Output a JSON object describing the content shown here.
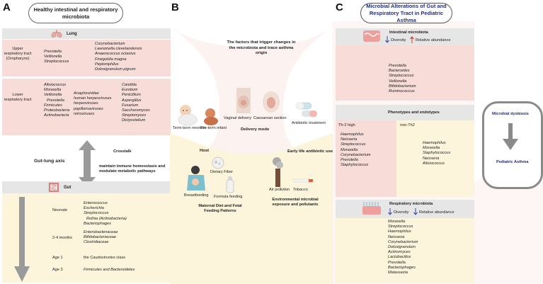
{
  "panelA": {
    "letter": "A",
    "title": "Healthy intestinal and respiratory microbiota",
    "lung": {
      "heading": "Lung",
      "upper_label": "Upper respiratory tract (Oropharynx)",
      "upper_col1": [
        "Prevotella",
        "Veillonella",
        "Streptococcus"
      ],
      "upper_col2": [
        "Corynebacterium",
        "Lawsonella cleveIandensis",
        "Anaerococcus octavius",
        "Finegoldia magna",
        "Peptoniphilus",
        "Dolosigranulum pigrum"
      ],
      "lower_label": "Lower respiratory tract",
      "lower_col1": [
        "Alloiococcus",
        "Moraxella",
        "Veillonella",
        "Prevotella",
        "Firmicutes",
        "Proteobacteria",
        "Actinobacteria"
      ],
      "lower_col2": [
        "Anaphoviridae",
        "human herpesviruses",
        "herpesviruses",
        "papillomaviruses",
        "retroviruses"
      ],
      "lower_col3": [
        "Candida",
        "Eurotium",
        "Penicillium",
        "Aspergillus",
        "Fusarium",
        "Saccharomyces",
        "Streptomyces",
        "Dictyostelium"
      ]
    },
    "crosstalk": {
      "label": "Crosstalk",
      "axis": "Gut-lung axis",
      "desc": "maintain immune homeostasis and modulate metabolic pathways"
    },
    "gut": {
      "heading": "Gut",
      "rows": [
        {
          "age": "Neonate",
          "taxa": [
            "Enterococcus",
            "Escherichia",
            "Streptococcus",
            "Rothia (Actinobacteria)",
            "Bacteriophages"
          ]
        },
        {
          "age": "2-4 months",
          "taxa": [
            "Enterobacteriaceae",
            "Bifidobacteriaceae",
            "Clostridiaceae"
          ]
        },
        {
          "age": "Age 1",
          "taxa": [
            "the Caudovirceles class"
          ]
        },
        {
          "age": "Age 3",
          "taxa": [
            "Firmicutes and Bacteroidetes"
          ]
        }
      ]
    }
  },
  "panelB": {
    "letter": "B",
    "title": "The factors that trigger changes in the microbiota and trace asthma origin",
    "term_born": "Term-born neonate",
    "pre_term": "Pre-term infant",
    "vaginal": "Vaginal delivery",
    "caesarean": "Caesarean section",
    "delivery_mode": "Delivery mode",
    "antibiotic_treatment": "Antibiotic treatment",
    "host": "Host",
    "dietary_fiber": "Dietary Fiber",
    "breastfeeding": "Breastfeeding",
    "formula": "Formula feeding",
    "maternal": "Maternal Diet and Fetal Feeding Patterns",
    "early_antibiotic": "Early life antibiotic use",
    "air_pollution": "Air pollution",
    "tobacco": "Tobacco",
    "environmental": "Environmental microbial exposure and pollutants"
  },
  "panelC": {
    "letter": "C",
    "title": "Microbial Alterations of Gut and Respiratory Tract in Pediatric Asthma",
    "intestinal": {
      "heading": "Intestinal microbiota",
      "diversity": "Diversity",
      "abundance": "Relative abundance",
      "taxa": [
        "Prevotella",
        "Bacteroides",
        "Streptococcus",
        "Veillonella",
        "Bifidobacterium",
        "Ruminococcus"
      ]
    },
    "phenotypes": {
      "heading": "Phenotypes and endotypes",
      "th2_high": "Th-2 high",
      "non_th2": "non-Th2",
      "th2_taxa": [
        "Haemophilus",
        "Neisseria",
        "Streptococcus",
        "Moraxella",
        "Corynebacterium",
        "Prevotella",
        "Staphylococcus"
      ],
      "non_th2_taxa": [
        "Haemophilus",
        "Moraxella",
        "Staphylococcus",
        "Neisseria",
        "Alloiococcus"
      ]
    },
    "respiratory": {
      "heading": "Respiratory microbiota",
      "diversity": "Diversity",
      "abundance": "Relative abundance",
      "taxa": [
        "Moraxella",
        "Streptococcus",
        "Haemophilus",
        "Neisseria",
        "Corynebacterium",
        "Dolosigranulum",
        "Actinomyces",
        "Lactobacillus",
        "Prevotella",
        "Bacteriophages",
        "Malassezia"
      ]
    },
    "dysbiosis": "Microbial dysbiosis",
    "pediatric_asthma": "Pediatric Asthma"
  },
  "colors": {
    "pink": "#f7dcd8",
    "cream": "#fcf5dc",
    "head_gray": "#e6e6e6",
    "title_blue": "#1f2f80",
    "arrow_gray": "#8a8a8a"
  }
}
